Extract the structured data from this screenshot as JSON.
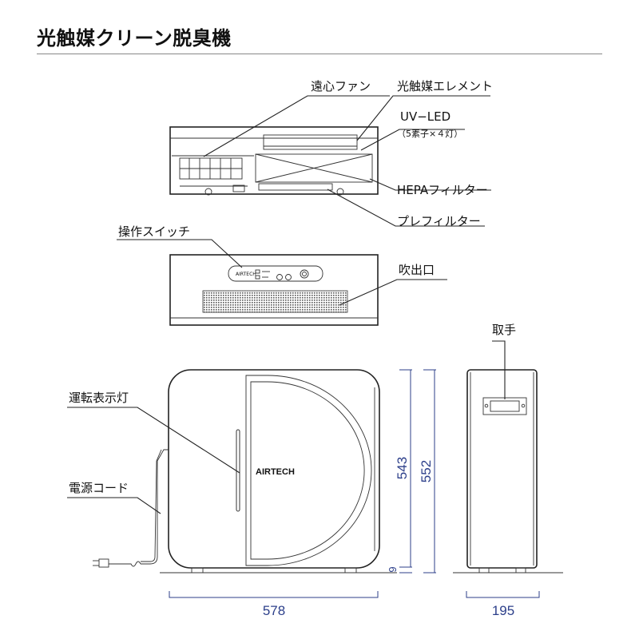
{
  "title": "光触媒クリーン脱臭機",
  "top_view_labels": {
    "fan": "遠心ファン",
    "element": "光触媒エレメント",
    "uv_led": "UV−LED",
    "uv_led_note": "（5素子×４灯）",
    "hepa": "HEPAフィルター",
    "prefilter": "プレフィルター"
  },
  "front_labels": {
    "switch": "操作スイッチ",
    "outlet": "吹出口",
    "brand_small": "AIRTECH"
  },
  "side_labels": {
    "indicator": "運転表示灯",
    "power_cord": "電源コード",
    "handle": "取手",
    "brand": "AIRTECH"
  },
  "dimensions": {
    "width": "578",
    "height_body": "543",
    "height_total": "552",
    "foot": "9",
    "depth": "195"
  },
  "colors": {
    "dimension": "#2c3f8a",
    "outline": "#222222"
  }
}
